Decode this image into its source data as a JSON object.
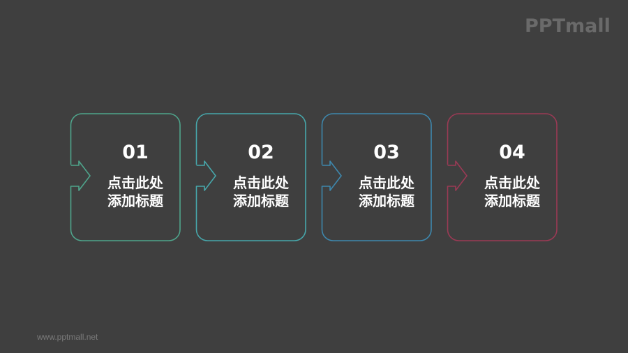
{
  "logo": {
    "text": "PPTmall"
  },
  "footer": {
    "url": "www.pptmall.net"
  },
  "steps": [
    {
      "number": "01",
      "line1": "点击此处",
      "line2": "添加标题",
      "color": "#4fa58c"
    },
    {
      "number": "02",
      "line1": "点击此处",
      "line2": "添加标题",
      "color": "#47a7ab"
    },
    {
      "number": "03",
      "line1": "点击此处",
      "line2": "添加标题",
      "color": "#3e88ae"
    },
    {
      "number": "04",
      "line1": "点击此处",
      "line2": "添加标题",
      "color": "#9b3a55"
    }
  ]
}
